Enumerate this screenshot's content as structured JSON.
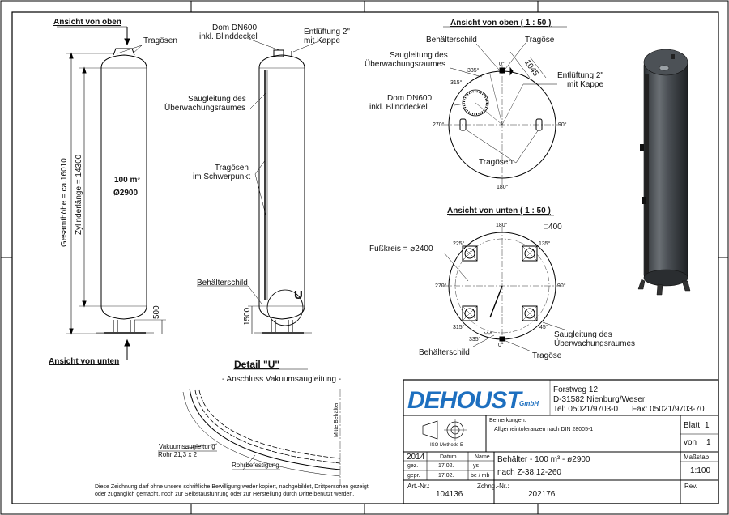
{
  "views": {
    "top_left_label": "Ansicht von oben",
    "bottom_left_label": "Ansicht von unten",
    "plan_top_title": "Ansicht von oben ( 1 : 50 )",
    "plan_bottom_title": "Ansicht von unten ( 1 : 50 )",
    "detail_title": "Detail \"U\"",
    "detail_subtitle": "- Anschluss Vakuumsaugleitung -",
    "detail_marker": "U"
  },
  "front_view": {
    "tragoesen": "Tragösen",
    "volume": "100 m³",
    "diameter": "Ø2900",
    "overall_height": "Gesamthöhe = ca.16010",
    "cylinder_length": "Zylinderlänge = 14300",
    "base_height": "500"
  },
  "side_view": {
    "dome_line1": "Dom DN600",
    "dome_line2": "inkl. Blinddeckel",
    "vent_line1": "Entlüftung 2\"",
    "vent_line2": "mit Kappe",
    "suction_line1": "Saugleitung des",
    "suction_line2": "Überwachungsraumes",
    "lugs_line1": "Tragösen",
    "lugs_line2": "im Schwerpunkt",
    "nameplate": "Behälterschild",
    "dim_1500": "1500"
  },
  "plan_top": {
    "nameplate": "Behälterschild",
    "lug": "Tragöse",
    "suction_line1": "Saugleitung des",
    "suction_line2": "Überwachungsraumes",
    "dim": "1045",
    "vent_line1": "Entlüftung 2\"",
    "vent_line2": "mit Kappe",
    "dome_line1": "Dom DN600",
    "dome_line2": "inkl. Blinddeckel",
    "lugs": "Tragösen",
    "a0": "0°",
    "a335": "335°",
    "a315": "315°",
    "a270": "270°",
    "a90": "90°",
    "a180": "180°"
  },
  "plan_bottom": {
    "square": "□400",
    "footcircle": "Fußkreis = ⌀2400",
    "suction_line1": "Saugleitung des",
    "suction_line2": "Überwachungsraumes",
    "nameplate": "Behälterschild",
    "lug": "Tragöse",
    "a180": "180°",
    "a225": "225°",
    "a135": "135°",
    "a270": "270°",
    "a90": "90°",
    "a315": "315°",
    "a45": "45°",
    "a335": "335°",
    "a0": "0°"
  },
  "detail": {
    "wall": "Mitte Behälter",
    "vac_line1": "Vakuumsaugleitung",
    "vac_line2": "Rohr 21,3 x 2",
    "fixing": "Rohrbefestigung"
  },
  "notice_line1": "Diese Zeichnung darf ohne unsere schriftliche Bewilligung weder kopiert, nachgebildet, Drittpersonen gezeigt",
  "notice_line2": "oder zugänglich gemacht, noch zur Selbstausführung oder zur Herstellung durch Dritte benutzt werden.",
  "title_block": {
    "logo": "DEHOUST",
    "logo_suffix": "GmbH",
    "street": "Forstweg 12",
    "city": "D-31582 Nienburg/Weser",
    "tel": "Tel: 05021/9703-0",
    "fax": "Fax: 05021/9703-70",
    "remarks_label": "Bemerkungen:",
    "remarks": "Allgemeintoleranzen nach DIN 28005-1",
    "iso": "ISO Methode E",
    "sheet_label": "Blatt",
    "sheet": "1",
    "of_label": "von",
    "of": "1",
    "year": "2014",
    "date_h": "Datum",
    "name_h": "Name",
    "gez": "gez.",
    "gez_date": "17.02.",
    "gez_name": "ys",
    "gepr": "gepr.",
    "gepr_date": "17.02.",
    "gepr_name": "be / mb",
    "title1": "Behälter - 100 m³ - ø2900",
    "title2": "nach Z-38.12-260",
    "scale_label": "Maßstab",
    "scale": "1:100",
    "art_label": "Art.-Nr.:",
    "art": "104136",
    "drw_label": "Zchng.-Nr.:",
    "drw": "202176",
    "rev_label": "Rev."
  }
}
